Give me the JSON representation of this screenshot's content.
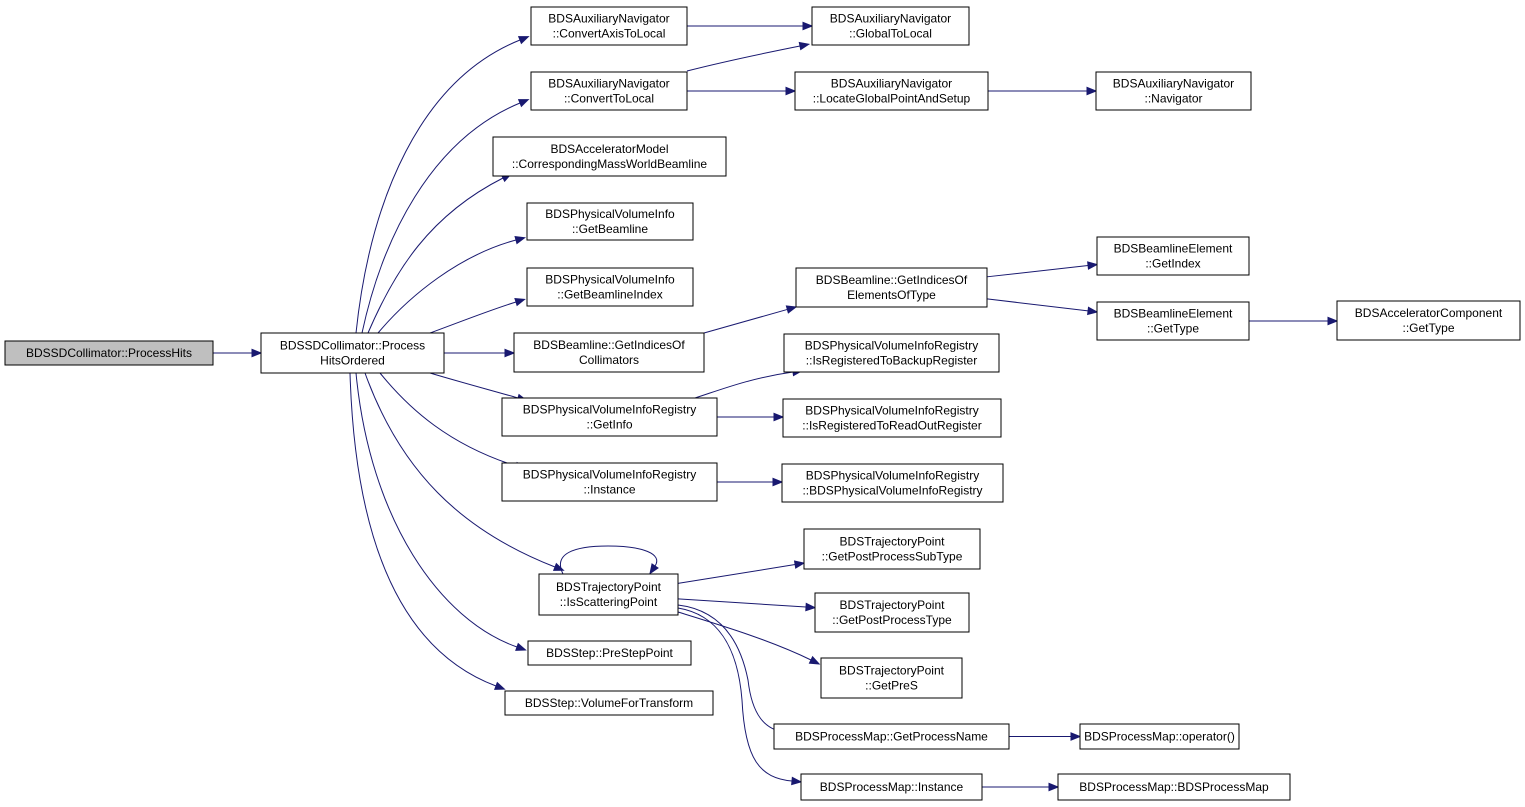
{
  "graph": {
    "nodes": {
      "root": [
        "BDSSDCollimator::ProcessHits"
      ],
      "pho": [
        "BDSSDCollimator::Process",
        "HitsOrdered"
      ],
      "cat": [
        "BDSAuxiliaryNavigator",
        "::ConvertAxisToLocal"
      ],
      "gtl": [
        "BDSAuxiliaryNavigator",
        "::GlobalToLocal"
      ],
      "ctl": [
        "BDSAuxiliaryNavigator",
        "::ConvertToLocal"
      ],
      "lgp": [
        "BDSAuxiliaryNavigator",
        "::LocateGlobalPointAndSetup"
      ],
      "nav": [
        "BDSAuxiliaryNavigator",
        "::Navigator"
      ],
      "cmw": [
        "BDSAcceleratorModel",
        "::CorrespondingMassWorldBeamline"
      ],
      "gbl": [
        "BDSPhysicalVolumeInfo",
        "::GetBeamline"
      ],
      "gbi": [
        "BDSPhysicalVolumeInfo",
        "::GetBeamlineIndex"
      ],
      "gic": [
        "BDSBeamline::GetIndicesOf",
        "Collimators"
      ],
      "gie": [
        "BDSBeamline::GetIndicesOf",
        "ElementsOfType"
      ],
      "bgi": [
        "BDSBeamlineElement",
        "::GetIndex"
      ],
      "bgt": [
        "BDSBeamlineElement",
        "::GetType"
      ],
      "agt": [
        "BDSAcceleratorComponent",
        "::GetType"
      ],
      "gin": [
        "BDSPhysicalVolumeInfoRegistry",
        "::GetInfo"
      ],
      "rbr": [
        "BDSPhysicalVolumeInfoRegistry",
        "::IsRegisteredToBackupRegister"
      ],
      "ror": [
        "BDSPhysicalVolumeInfoRegistry",
        "::IsRegisteredToReadOutRegister"
      ],
      "ins": [
        "BDSPhysicalVolumeInfoRegistry",
        "::Instance"
      ],
      "ctor": [
        "BDSPhysicalVolumeInfoRegistry",
        "::BDSPhysicalVolumeInfoRegistry"
      ],
      "isp": [
        "BDSTrajectoryPoint",
        "::IsScatteringPoint"
      ],
      "ppst": [
        "BDSTrajectoryPoint",
        "::GetPostProcessSubType"
      ],
      "ppt": [
        "BDSTrajectoryPoint",
        "::GetPostProcessType"
      ],
      "gps": [
        "BDSTrajectoryPoint",
        "::GetPreS"
      ],
      "psp": [
        "BDSStep::PreStepPoint"
      ],
      "vft": [
        "BDSStep::VolumeForTransform"
      ],
      "gpn": [
        "BDSProcessMap::GetProcessName"
      ],
      "opr": [
        "BDSProcessMap::operator()"
      ],
      "pmi": [
        "BDSProcessMap::Instance"
      ],
      "pmc": [
        "BDSProcessMap::BDSProcessMap"
      ]
    },
    "edges": [
      [
        "root",
        "pho"
      ],
      [
        "pho",
        "cat"
      ],
      [
        "pho",
        "ctl"
      ],
      [
        "pho",
        "cmw"
      ],
      [
        "pho",
        "gbl"
      ],
      [
        "pho",
        "gbi"
      ],
      [
        "pho",
        "gic"
      ],
      [
        "pho",
        "gin"
      ],
      [
        "pho",
        "ins"
      ],
      [
        "pho",
        "isp"
      ],
      [
        "pho",
        "psp"
      ],
      [
        "pho",
        "vft"
      ],
      [
        "cat",
        "gtl"
      ],
      [
        "ctl",
        "gtl"
      ],
      [
        "ctl",
        "lgp"
      ],
      [
        "lgp",
        "nav"
      ],
      [
        "gic",
        "gie"
      ],
      [
        "gie",
        "bgi"
      ],
      [
        "gie",
        "bgt"
      ],
      [
        "bgt",
        "agt"
      ],
      [
        "gin",
        "rbr"
      ],
      [
        "gin",
        "ror"
      ],
      [
        "ins",
        "ctor"
      ],
      [
        "isp",
        "isp"
      ],
      [
        "isp",
        "ppst"
      ],
      [
        "isp",
        "ppt"
      ],
      [
        "isp",
        "gps"
      ],
      [
        "isp",
        "gpn"
      ],
      [
        "isp",
        "pmi"
      ],
      [
        "gpn",
        "opr"
      ],
      [
        "pmi",
        "pmc"
      ]
    ],
    "colors": {
      "edge": "#191970",
      "root_fill": "#bfbfbf",
      "node_fill": "#ffffff",
      "border": "#000000"
    }
  }
}
